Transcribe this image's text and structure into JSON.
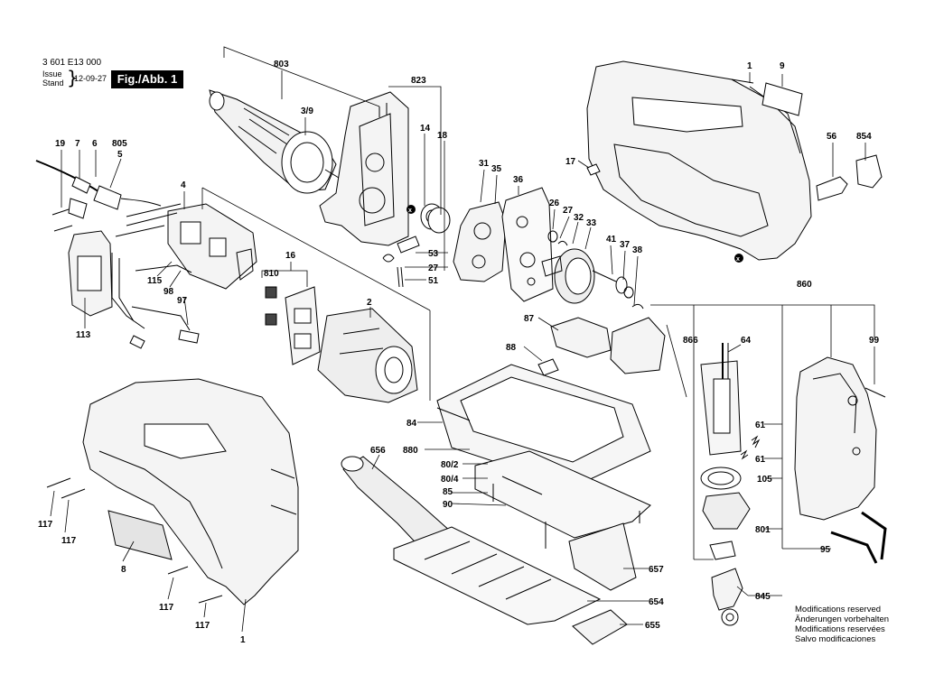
{
  "header": {
    "doc_number": "3 601 E13 000",
    "issue_label": "Issue",
    "stand_label": "Stand",
    "issue_date": "12-09-27",
    "figure_label": "Fig./Abb. 1"
  },
  "notice": {
    "lines": [
      "Modifications reserved",
      "Änderungen vorbehalten",
      "Modifications reservées",
      "Salvo modificaciones"
    ]
  },
  "part_labels": {
    "p803": "803",
    "p3_9": "3/9",
    "p823": "823",
    "p14": "14",
    "p18": "18",
    "p1_top": "1",
    "p9": "9",
    "p56": "56",
    "p854": "854",
    "p17": "17",
    "p19": "19",
    "p7": "7",
    "p6": "6",
    "p805": "805",
    "p5": "5",
    "p4": "4",
    "p31": "31",
    "p35": "35",
    "p36": "36",
    "p26": "26",
    "p27_right": "27",
    "p32": "32",
    "p33": "33",
    "p41": "41",
    "p37": "37",
    "p38": "38",
    "p53": "53",
    "p27": "27",
    "p51": "51",
    "p16": "16",
    "p810": "810",
    "p115": "115",
    "p98": "98",
    "p97": "97",
    "p113": "113",
    "p2": "2",
    "p860": "860",
    "p87": "87",
    "p866": "866",
    "p64": "64",
    "p99": "99",
    "p88": "88",
    "p84": "84",
    "p656": "656",
    "p880": "880",
    "p80_2": "80/2",
    "p80_4": "80/4",
    "p85": "85",
    "p90": "90",
    "p61a": "61",
    "p61b": "61",
    "p105": "105",
    "p801": "801",
    "p95": "95",
    "p657": "657",
    "p654": "654",
    "p655": "655",
    "p845": "845",
    "p117a": "117",
    "p117b": "117",
    "p8": "8",
    "p117c": "117",
    "p117d": "117",
    "p1_bottom": "1"
  }
}
